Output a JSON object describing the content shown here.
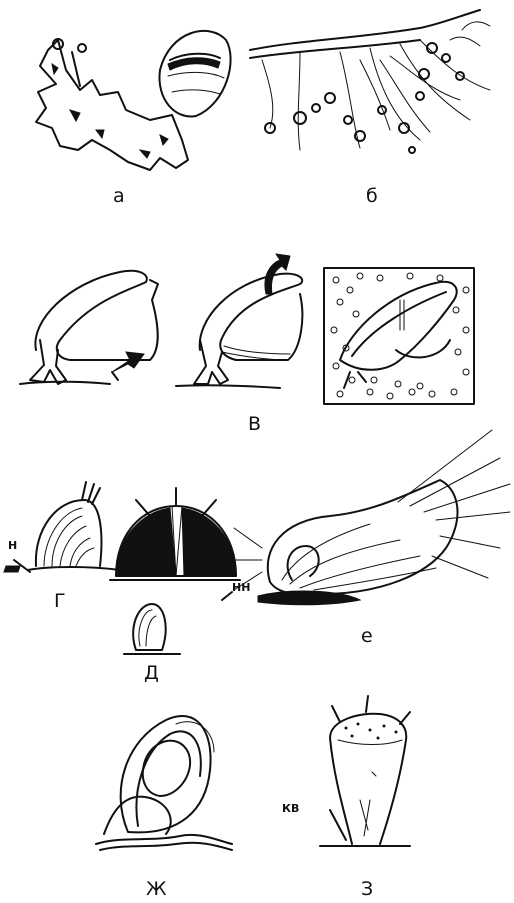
{
  "panels": {
    "a": {
      "label": "а"
    },
    "b": {
      "label": "б"
    },
    "v": {
      "label": "В"
    },
    "g": {
      "label": "Г",
      "callout": "Н"
    },
    "d": {
      "label": "Д",
      "callout": "НН"
    },
    "e": {
      "label": "е"
    },
    "zh": {
      "label": "Ж"
    },
    "z": {
      "label": "З",
      "callout": "КВ"
    }
  }
}
